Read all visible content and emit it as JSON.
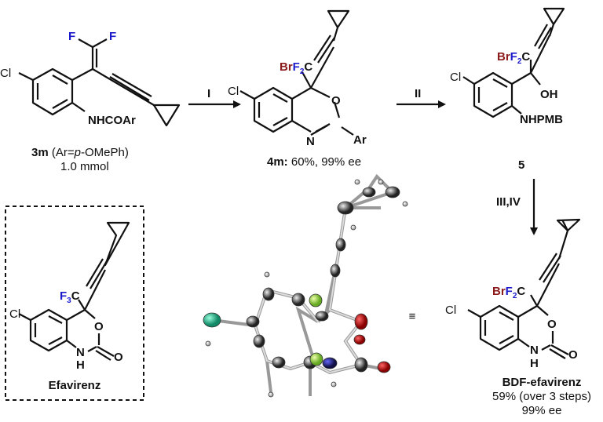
{
  "compound_3m": {
    "label": "3m",
    "ar_def": " (Ar=",
    "italic": "p",
    "ar_rest": "-OMePh)",
    "amount": "1.0 mmol",
    "subst_F": "F",
    "subst_Cl": "Cl",
    "group": "NHCOAr"
  },
  "compound_4m": {
    "label": "4m:",
    "yield": " 60%, 99% ee",
    "br": "Br",
    "f": "F",
    "sub2": "2",
    "c": "C",
    "o": "O",
    "n": "N",
    "ar": "Ar",
    "cl": "Cl"
  },
  "compound_5": {
    "label": "5",
    "oh": "OH",
    "nh": "NHPMB",
    "cl": "Cl"
  },
  "steps": {
    "step1": "I",
    "step2": "II",
    "step3": "III,IV"
  },
  "product": {
    "name": "BDF-efavirenz",
    "yield": "59% (over 3 steps)",
    "ee": "99% ee",
    "o": "O",
    "n": "N",
    "h": "H"
  },
  "efavirenz": {
    "name": "Efavirenz",
    "f3": "F",
    "sub3": "3",
    "c": "C"
  },
  "equivalent_symbol": "≡",
  "colors": {
    "bromine": "#8b1a1a",
    "fluorine": "#1a1acc",
    "chlorine_atom": "#3cb38a",
    "fluorine_atom": "#a6d23c",
    "oxygen_atom": "#cc2222",
    "nitrogen_atom": "#2233cc"
  }
}
